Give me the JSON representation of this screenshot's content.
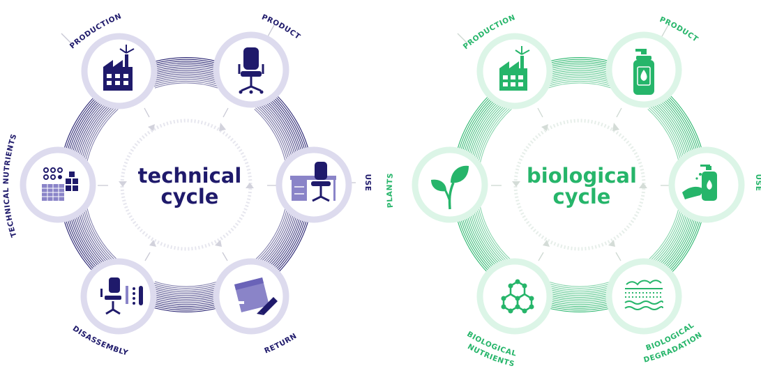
{
  "technical_cycle": {
    "title_line1": "technical",
    "title_line2": "cycle",
    "color": "#1f1a6b",
    "ring_color": "#dddbee",
    "accent_color": "#8a84c8",
    "stages": {
      "production": "PRODUCTION",
      "product": "PRODUCT",
      "use": "USE",
      "return": "RETURN",
      "disassembly": "DISASSEMBLY",
      "nutrients": "TECHNICAL NUTRIENTS"
    },
    "icons": [
      "factory-icon",
      "office-chair-icon",
      "desk-chair-icon",
      "return-box-icon",
      "disassembled-chair-icon",
      "materials-icon"
    ]
  },
  "biological_cycle": {
    "title_line1": "biological",
    "title_line2": "cycle",
    "color": "#26b56a",
    "ring_color": "#dcf5e7",
    "accent_color": "#8fd9b0",
    "stages": {
      "production": "PRODUCTION",
      "product": "PRODUCT",
      "use": "USE",
      "degradation_line1": "BIOLOGICAL",
      "degradation_line2": "DEGRADATION",
      "nutrients_line1": "BIOLOGICAL",
      "nutrients_line2": "NUTRIENTS",
      "plants": "PLANTS"
    },
    "icons": [
      "factory-icon",
      "soap-bottle-icon",
      "hand-soap-icon",
      "soil-degradation-icon",
      "molecule-icon",
      "leaf-plant-icon"
    ]
  }
}
